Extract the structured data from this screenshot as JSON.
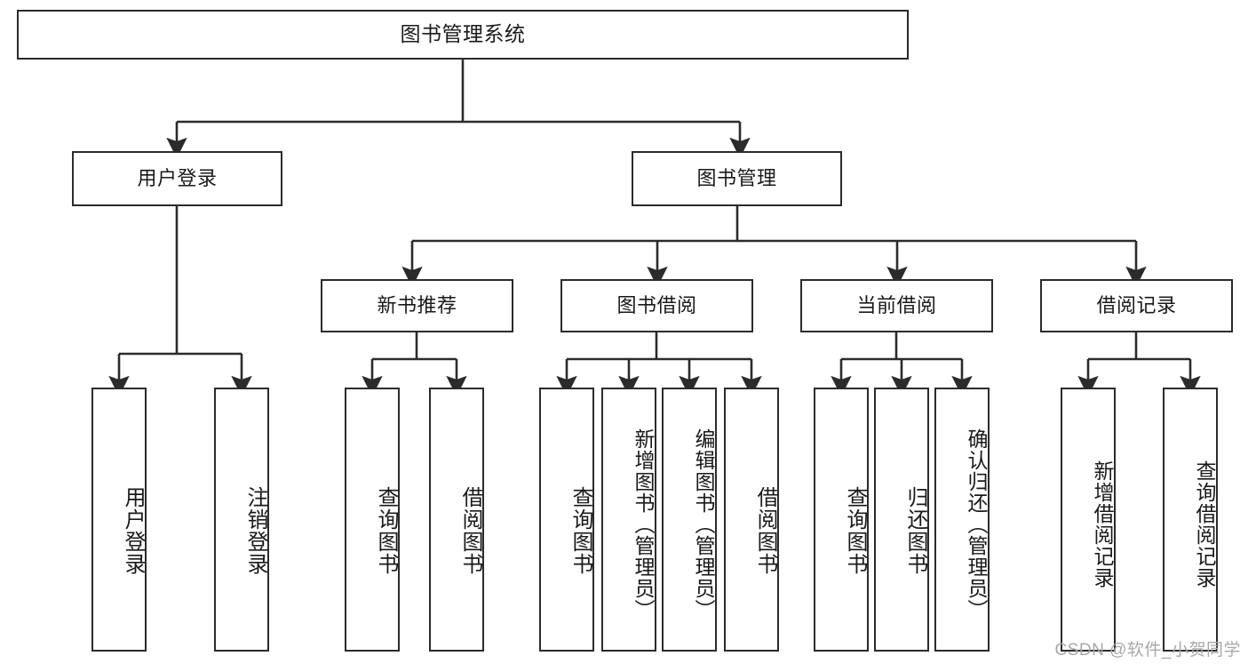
{
  "diagram": {
    "title": "图书管理系统",
    "type": "hierarchy-tree",
    "watermark": "CSDN @软件_小贺同学",
    "colors": {
      "node_border": "#2b2b2b",
      "node_fill": "#ffffff",
      "edge": "#2b2b2b",
      "text": "#1a1a1a",
      "watermark": "#a8a8a8"
    },
    "levels": {
      "level0": [
        {
          "id": "root",
          "label": "图书管理系统"
        }
      ],
      "level1": [
        {
          "id": "user-login",
          "label": "用户登录"
        },
        {
          "id": "book-manage",
          "label": "图书管理"
        }
      ],
      "level2": [
        {
          "id": "new-book-rec",
          "label": "新书推荐"
        },
        {
          "id": "book-borrow",
          "label": "图书借阅"
        },
        {
          "id": "current-borrow",
          "label": "当前借阅"
        },
        {
          "id": "borrow-record",
          "label": "借阅记录"
        }
      ],
      "level3": [
        {
          "id": "leaf-user-login",
          "label": "用户登录",
          "parent": "user-login"
        },
        {
          "id": "leaf-logout",
          "label": "注销登录",
          "parent": "user-login"
        },
        {
          "id": "leaf-query-book-1",
          "label": "查询图书",
          "parent": "new-book-rec"
        },
        {
          "id": "leaf-borrow-book-1",
          "label": "借阅图书",
          "parent": "new-book-rec"
        },
        {
          "id": "leaf-query-book-2",
          "label": "查询图书",
          "parent": "book-borrow"
        },
        {
          "id": "leaf-add-book",
          "label": "新增图书（管理员）",
          "parent": "book-borrow"
        },
        {
          "id": "leaf-edit-book",
          "label": "编辑图书（管理员）",
          "parent": "book-borrow"
        },
        {
          "id": "leaf-borrow-book-2",
          "label": "借阅图书",
          "parent": "book-borrow"
        },
        {
          "id": "leaf-query-book-3",
          "label": "查询图书",
          "parent": "current-borrow"
        },
        {
          "id": "leaf-return-book",
          "label": "归还图书",
          "parent": "current-borrow"
        },
        {
          "id": "leaf-confirm-return",
          "label": "确认归还（管理员）",
          "parent": "current-borrow"
        },
        {
          "id": "leaf-add-record",
          "label": "新增借阅记录",
          "parent": "borrow-record"
        },
        {
          "id": "leaf-query-record",
          "label": "查询借阅记录",
          "parent": "borrow-record"
        }
      ]
    }
  }
}
